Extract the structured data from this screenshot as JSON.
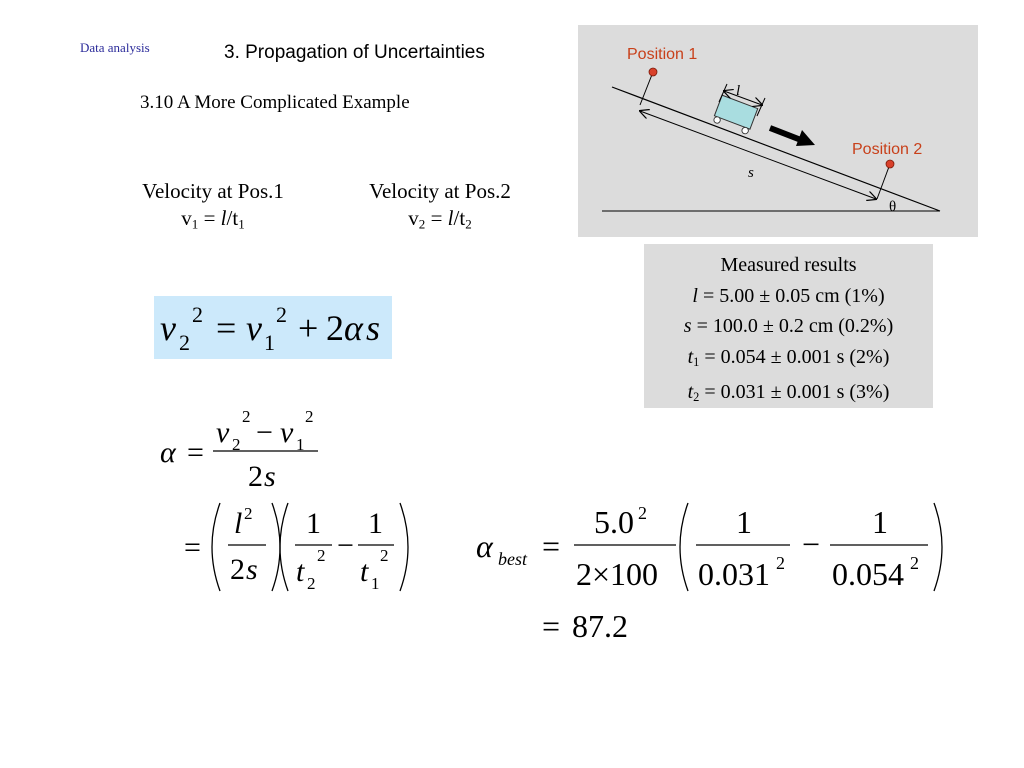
{
  "header": {
    "section_tag": "Data analysis",
    "title": "3. Propagation of Uncertainties",
    "subtitle": "3.10 A More Complicated Example"
  },
  "velocities": {
    "pos1": {
      "label": "Velocity at Pos.1",
      "v": "v",
      "sub": "1",
      "l": "l",
      "t": "t",
      "tsub": "1"
    },
    "pos2": {
      "label": "Velocity at Pos.2",
      "v": "v",
      "sub": "2",
      "l": "l",
      "t": "t",
      "tsub": "2"
    }
  },
  "diagram": {
    "position1_label": "Position 1",
    "position2_label": "Position 2",
    "length_label": "l",
    "distance_label": "s",
    "angle_label": "θ",
    "label_color": "#c8401a",
    "panel_color": "#dcdcdc"
  },
  "measured": {
    "title": "Measured results",
    "rows": [
      {
        "symbol": "l",
        "sub": "",
        "text": " = 5.00 ± 0.05 cm (1%)"
      },
      {
        "symbol": "s",
        "sub": "",
        "text": " = 100.0 ± 0.2 cm (0.2%)"
      },
      {
        "symbol": "t",
        "sub": "1",
        "text": " = 0.054 ± 0.001 s (2%)"
      },
      {
        "symbol": "t",
        "sub": "2",
        "text": " = 0.031 ± 0.001 s (3%)"
      }
    ]
  },
  "equations": {
    "kinematic": {
      "v": "v",
      "sub2": "2",
      "sub1": "1",
      "pow": "2",
      "eq": "=",
      "plus": "+",
      "two": "2",
      "alpha": "α",
      "s": "s"
    },
    "alpha_def": {
      "alpha": "α",
      "eq": "=",
      "v": "v",
      "sub2": "2",
      "sub1": "1",
      "pow": "2",
      "minus": "−",
      "two": "2",
      "s": "s"
    },
    "alpha_expand": {
      "eq": "=",
      "l": "l",
      "pow": "2",
      "two": "2",
      "s": "s",
      "one": "1",
      "t": "t",
      "sub2": "2",
      "sub1": "1",
      "minus": "−"
    },
    "alpha_best": {
      "alpha": "α",
      "sub": "best",
      "eq": "=",
      "num": "5.0",
      "pow": "2",
      "den": "2×100",
      "one": "1",
      "minus": "−",
      "t2val": "0.031",
      "t1val": "0.054",
      "result_eq": "=",
      "result": "87.2"
    }
  }
}
